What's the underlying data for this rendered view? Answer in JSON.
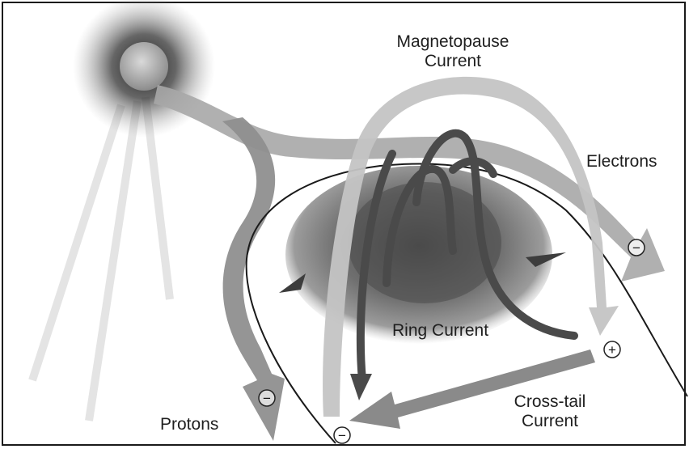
{
  "labels": {
    "magnetopause_line1": "Magnetopause",
    "magnetopause_line2": "Current",
    "electrons": "Electrons",
    "ring_current": "Ring Current",
    "cross_tail_line1": "Cross-tail",
    "cross_tail_line2": "Current",
    "protons": "Protons"
  },
  "symbols": {
    "minus": "−",
    "plus": "+"
  },
  "colors": {
    "background": "#ffffff",
    "arrow_light": "#cfcfcf",
    "arrow_mid": "#a9a9a9",
    "arrow_dark": "#6e6e6e",
    "ring_arrow": "#4a4a4a",
    "text": "#1f1f1f"
  }
}
